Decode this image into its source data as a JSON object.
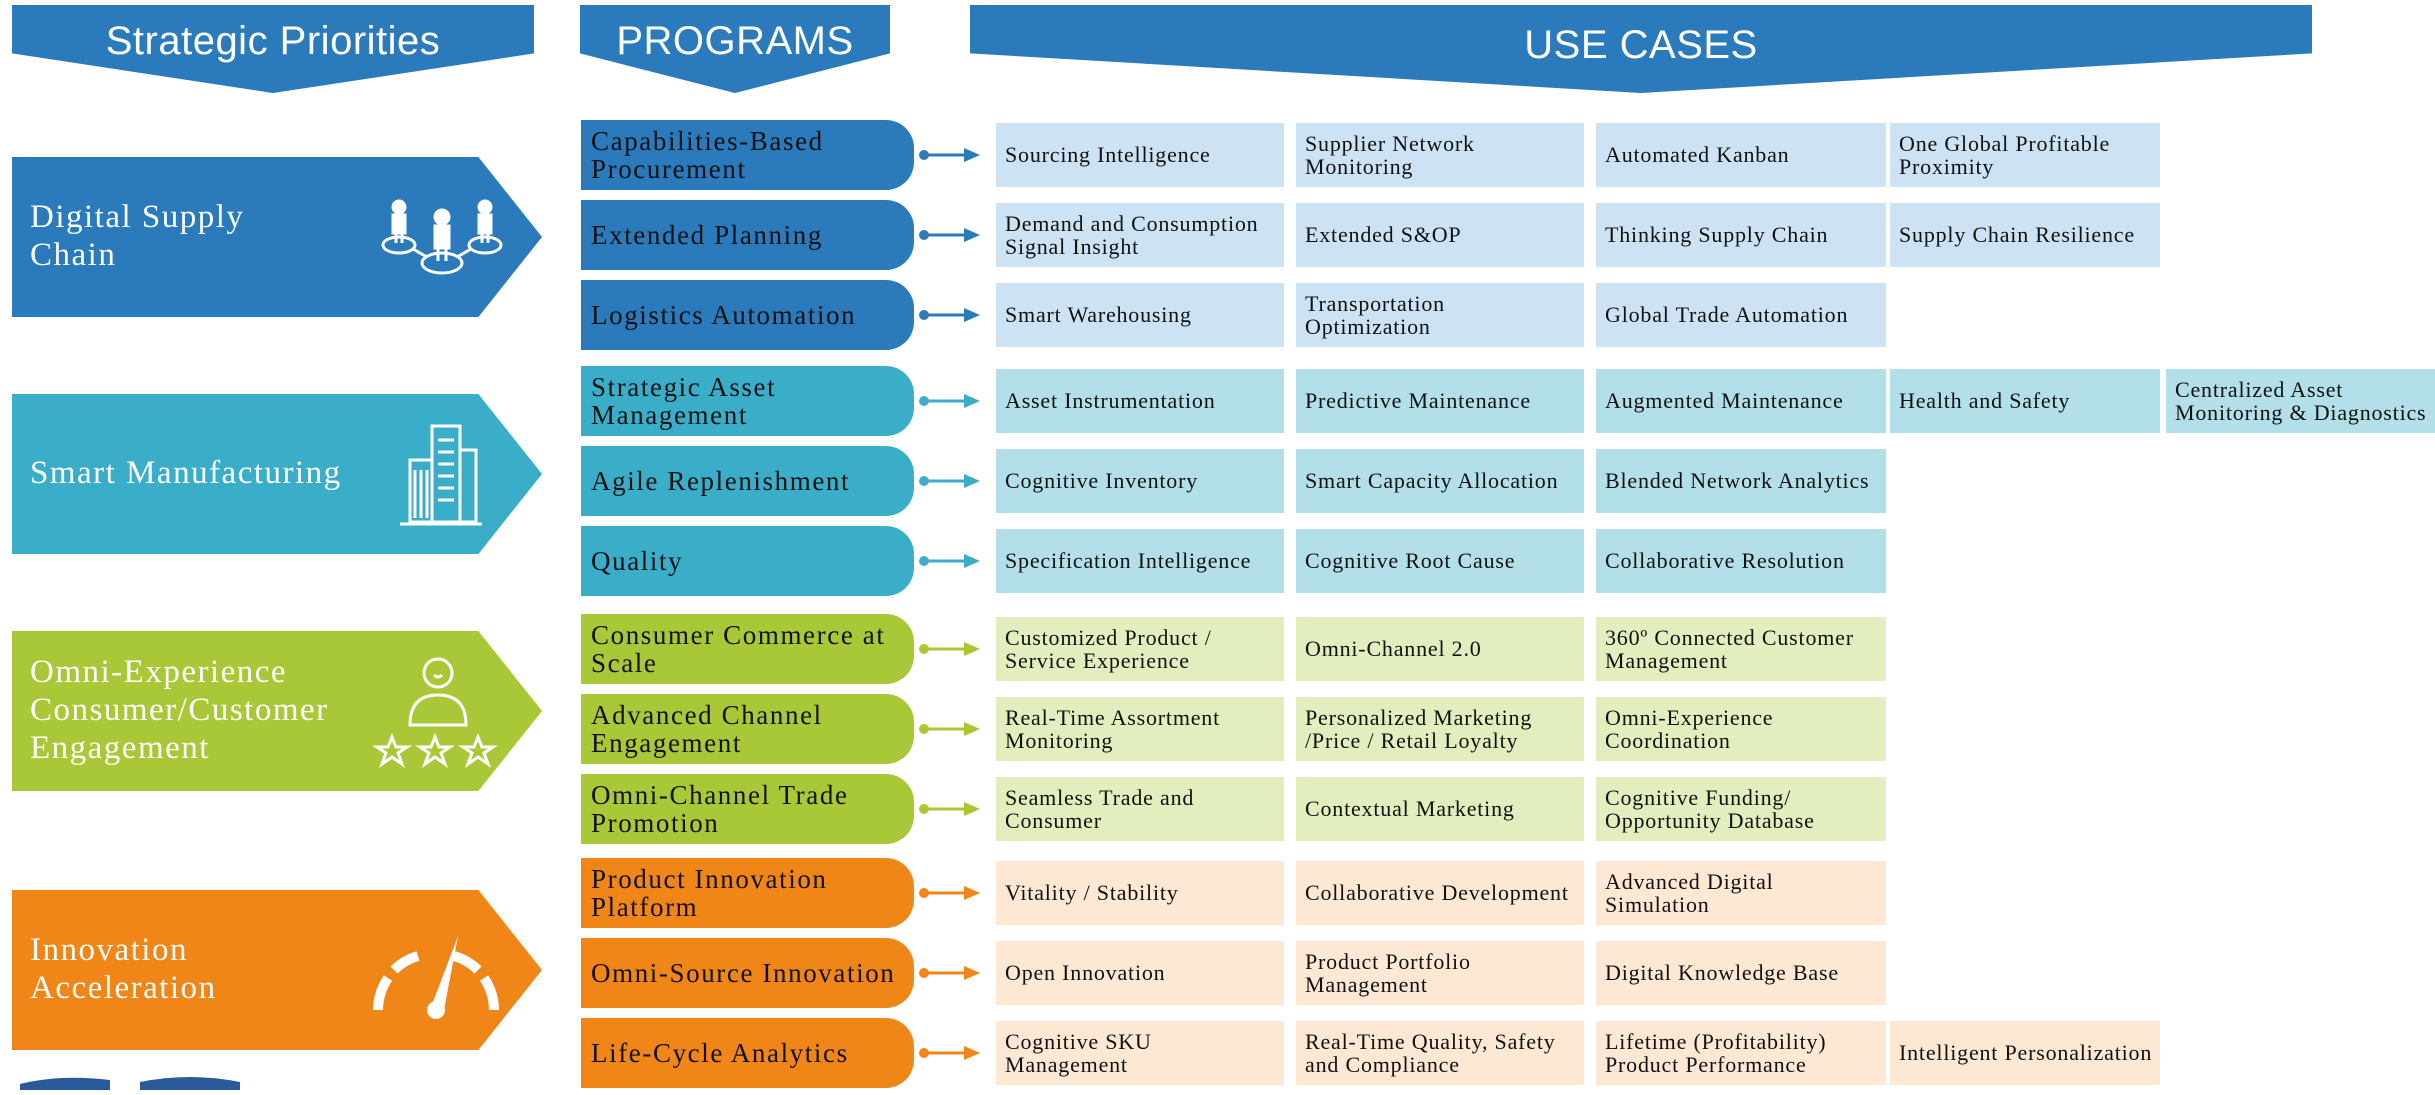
{
  "headers": {
    "strategic": "Strategic Priorities",
    "programs": "PROGRAMS",
    "use_cases": "USE CASES"
  },
  "colors": {
    "header": "#2a7abc",
    "blue": "#2a7abc",
    "teal": "#3aaec9",
    "green": "#a8c838",
    "orange": "#f08518"
  },
  "priorities": [
    {
      "label": "Digital Supply\nChain",
      "icon": "people-network-icon"
    },
    {
      "label": "Smart Manufacturing",
      "icon": "buildings-icon"
    },
    {
      "label": "Omni-Experience\nConsumer/Customer\nEngagement",
      "icon": "person-stars-icon"
    },
    {
      "label": "Innovation\nAcceleration",
      "icon": "speedometer-icon"
    }
  ],
  "rows": [
    {
      "program": "Capabilities-Based\nProcurement",
      "use_cases": [
        "Sourcing Intelligence",
        "Supplier Network\nMonitoring",
        "Automated Kanban",
        "One Global Profitable\nProximity"
      ]
    },
    {
      "program": "Extended Planning",
      "use_cases": [
        "Demand and Consumption\nSignal Insight",
        "Extended S&OP",
        "Thinking Supply Chain",
        "Supply Chain Resilience"
      ]
    },
    {
      "program": "Logistics Automation",
      "use_cases": [
        "Smart Warehousing",
        "Transportation\nOptimization",
        "Global Trade Automation"
      ]
    },
    {
      "program": "Strategic Asset\nManagement",
      "use_cases": [
        "Asset Instrumentation",
        "Predictive Maintenance",
        "Augmented Maintenance",
        "Health and Safety",
        "Centralized Asset\nMonitoring & Diagnostics"
      ]
    },
    {
      "program": "Agile Replenishment",
      "use_cases": [
        "Cognitive Inventory",
        "Smart Capacity Allocation",
        "Blended Network Analytics"
      ]
    },
    {
      "program": "Quality",
      "use_cases": [
        "Specification Intelligence",
        "Cognitive Root Cause",
        "Collaborative Resolution"
      ]
    },
    {
      "program": "Consumer Commerce at\nScale",
      "use_cases": [
        "Customized Product /\nService Experience",
        "Omni-Channel 2.0",
        "360º Connected Customer\nManagement"
      ]
    },
    {
      "program": "Advanced Channel\nEngagement",
      "use_cases": [
        "Real-Time Assortment\nMonitoring",
        "Personalized Marketing\n/Price / Retail Loyalty",
        "Omni-Experience\nCoordination"
      ]
    },
    {
      "program": "Omni-Channel Trade\nPromotion",
      "use_cases": [
        "Seamless Trade and\nConsumer",
        "Contextual Marketing",
        "Cognitive Funding/\nOpportunity Database"
      ]
    },
    {
      "program": "Product Innovation\nPlatform",
      "use_cases": [
        "Vitality / Stability",
        "Collaborative Development",
        "Advanced Digital Simulation"
      ]
    },
    {
      "program": "Omni-Source Innovation",
      "use_cases": [
        "Open Innovation",
        "Product Portfolio\nManagement",
        "Digital Knowledge Base"
      ]
    },
    {
      "program": "Life-Cycle Analytics",
      "use_cases": [
        "Cognitive SKU Management",
        "Real-Time Quality, Safety\nand Compliance",
        "Lifetime (Profitability)\nProduct Performance",
        "Intelligent Personalization"
      ]
    }
  ]
}
